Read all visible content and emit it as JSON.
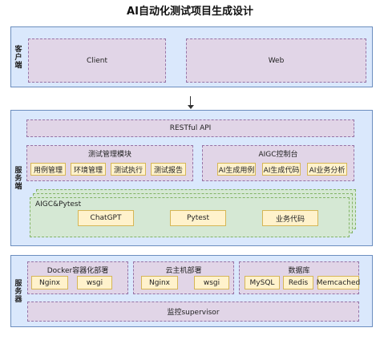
{
  "title": "AI自动化测试项目生成设计",
  "client_tier": {
    "label": "客户端",
    "client": "Client",
    "web": "Web"
  },
  "server_tier": {
    "label": "服务端",
    "api": "RESTful API",
    "test_mgmt": {
      "title": "测试管理模块",
      "items": [
        "用例管理",
        "环境管理",
        "测试执行",
        "测试报告"
      ]
    },
    "aigc_console": {
      "title": "AIGC控制台",
      "items": [
        "AI生成用例",
        "AI生成代码",
        "AI业务分析"
      ]
    },
    "aigc_pytest": {
      "title": "AIGC&Pytest",
      "items": [
        "ChatGPT",
        "Pytest",
        "业务代码"
      ]
    }
  },
  "server_machine_tier": {
    "label": "服务器",
    "docker": {
      "title": "Docker容器化部署",
      "items": [
        "Nginx",
        "wsgi"
      ]
    },
    "cloud": {
      "title": "云主机部署",
      "items": [
        "Nginx",
        "wsgi"
      ]
    },
    "database": {
      "title": "数据库",
      "items": [
        "MySQL",
        "Redis",
        "Memcached"
      ]
    },
    "monitor": "监控supervisor"
  },
  "colors": {
    "tier_fill": "#dae8fc",
    "tier_border": "#6c8ebf",
    "module_fill": "#e1d5e7",
    "item_fill": "#fff2cc",
    "stack_fill": "#d5e8d4"
  }
}
